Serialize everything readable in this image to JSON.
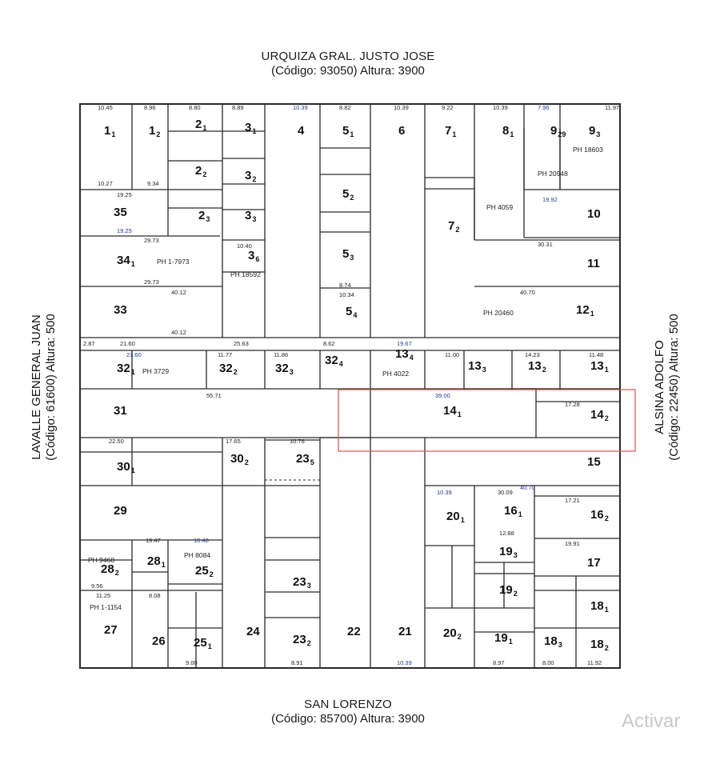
{
  "streets": {
    "top": {
      "name": "URQUIZA GRAL. JUSTO JOSE",
      "info": "(Código: 93050) Altura: 3900"
    },
    "bottom": {
      "name": "SAN LORENZO",
      "info": "(Código: 85700) Altura: 3900"
    },
    "left": {
      "name": "LAVALLE GENERAL JUAN",
      "info": "(Código: 61600) Altura: 500"
    },
    "right": {
      "name": "ALSINA ADOLFO",
      "info": "(Código: 22450) Altura: 500"
    }
  },
  "watermark": "Activar",
  "colors": {
    "lines": "#2a2a2a",
    "measure": "#1f3c8a",
    "highlight": "#d9534f"
  },
  "parcels": [
    {
      "num": "1",
      "sub": "1"
    },
    {
      "num": "1",
      "sub": "2"
    },
    {
      "num": "2",
      "sub": "1"
    },
    {
      "num": "2",
      "sub": "2"
    },
    {
      "num": "2",
      "sub": "3"
    },
    {
      "num": "3",
      "sub": "1"
    },
    {
      "num": "3",
      "sub": "2"
    },
    {
      "num": "3",
      "sub": "3"
    },
    {
      "num": "3",
      "sub": "6"
    },
    {
      "num": "4",
      "sub": ""
    },
    {
      "num": "5",
      "sub": "1"
    },
    {
      "num": "5",
      "sub": "2"
    },
    {
      "num": "5",
      "sub": "3"
    },
    {
      "num": "5",
      "sub": "4"
    },
    {
      "num": "6",
      "sub": ""
    },
    {
      "num": "7",
      "sub": "1"
    },
    {
      "num": "7",
      "sub": "2"
    },
    {
      "num": "8",
      "sub": "1"
    },
    {
      "num": "9",
      "sub": "29"
    },
    {
      "num": "9",
      "sub": "3"
    },
    {
      "num": "10",
      "sub": ""
    },
    {
      "num": "11",
      "sub": ""
    },
    {
      "num": "12",
      "sub": "1"
    },
    {
      "num": "35",
      "sub": ""
    },
    {
      "num": "34",
      "sub": "1"
    },
    {
      "num": "33",
      "sub": ""
    },
    {
      "num": "32",
      "sub": "1"
    },
    {
      "num": "32",
      "sub": "2"
    },
    {
      "num": "32",
      "sub": "3"
    },
    {
      "num": "32",
      "sub": "4"
    },
    {
      "num": "13",
      "sub": "4"
    },
    {
      "num": "13",
      "sub": "3"
    },
    {
      "num": "13",
      "sub": "2"
    },
    {
      "num": "13",
      "sub": "1"
    },
    {
      "num": "31",
      "sub": ""
    },
    {
      "num": "14",
      "sub": "1"
    },
    {
      "num": "14",
      "sub": "2"
    },
    {
      "num": "30",
      "sub": "1"
    },
    {
      "num": "30",
      "sub": "2"
    },
    {
      "num": "23",
      "sub": "5"
    },
    {
      "num": "15",
      "sub": ""
    },
    {
      "num": "29",
      "sub": ""
    },
    {
      "num": "20",
      "sub": "1"
    },
    {
      "num": "16",
      "sub": "1"
    },
    {
      "num": "16",
      "sub": "2"
    },
    {
      "num": "28",
      "sub": "2"
    },
    {
      "num": "28",
      "sub": "1"
    },
    {
      "num": "25",
      "sub": "2"
    },
    {
      "num": "23",
      "sub": "3"
    },
    {
      "num": "19",
      "sub": "3"
    },
    {
      "num": "17",
      "sub": ""
    },
    {
      "num": "19",
      "sub": "2"
    },
    {
      "num": "18",
      "sub": "1"
    },
    {
      "num": "27",
      "sub": ""
    },
    {
      "num": "26",
      "sub": ""
    },
    {
      "num": "25",
      "sub": "1"
    },
    {
      "num": "24",
      "sub": ""
    },
    {
      "num": "23",
      "sub": "2"
    },
    {
      "num": "22",
      "sub": ""
    },
    {
      "num": "21",
      "sub": ""
    },
    {
      "num": "20",
      "sub": "2"
    },
    {
      "num": "19",
      "sub": "1"
    },
    {
      "num": "18",
      "sub": "3"
    },
    {
      "num": "18",
      "sub": "2"
    }
  ],
  "ph_labels": [
    "PH 1-7973",
    "PH 18592",
    "PH 20948",
    "PH 18603",
    "PH 4059",
    "PH 20460",
    "PH 3729",
    "PH 4022",
    "PH 8084",
    "PH 9468",
    "PH 1-1154"
  ],
  "measures": [
    "10.45",
    "8.96",
    "8.80",
    "8.89",
    "10.39",
    "8.82",
    "10.39",
    "9.22",
    "10.39",
    "7.96",
    "11.97",
    "10.27",
    "9.34",
    "19.25",
    "19.25",
    "29.73",
    "29.73",
    "40.12",
    "40.12",
    "19.92",
    "30.31",
    "40.70",
    "2.87",
    "21.60",
    "23.60",
    "25.63",
    "11.77",
    "11.86",
    "8.62",
    "19.67",
    "11.00",
    "14.23",
    "11.48",
    "55.71",
    "39.00",
    "17.28",
    "22.50",
    "17.65",
    "10.76",
    "10.39",
    "30.09",
    "17.21",
    "9.56",
    "19.47",
    "10.48",
    "11.25",
    "8.08",
    "9.00",
    "8.91",
    "10.39",
    "11.92",
    "8.97",
    "12.88",
    "19.91",
    "40.70",
    "10.34",
    "8.74",
    "10.40",
    "8.00"
  ]
}
